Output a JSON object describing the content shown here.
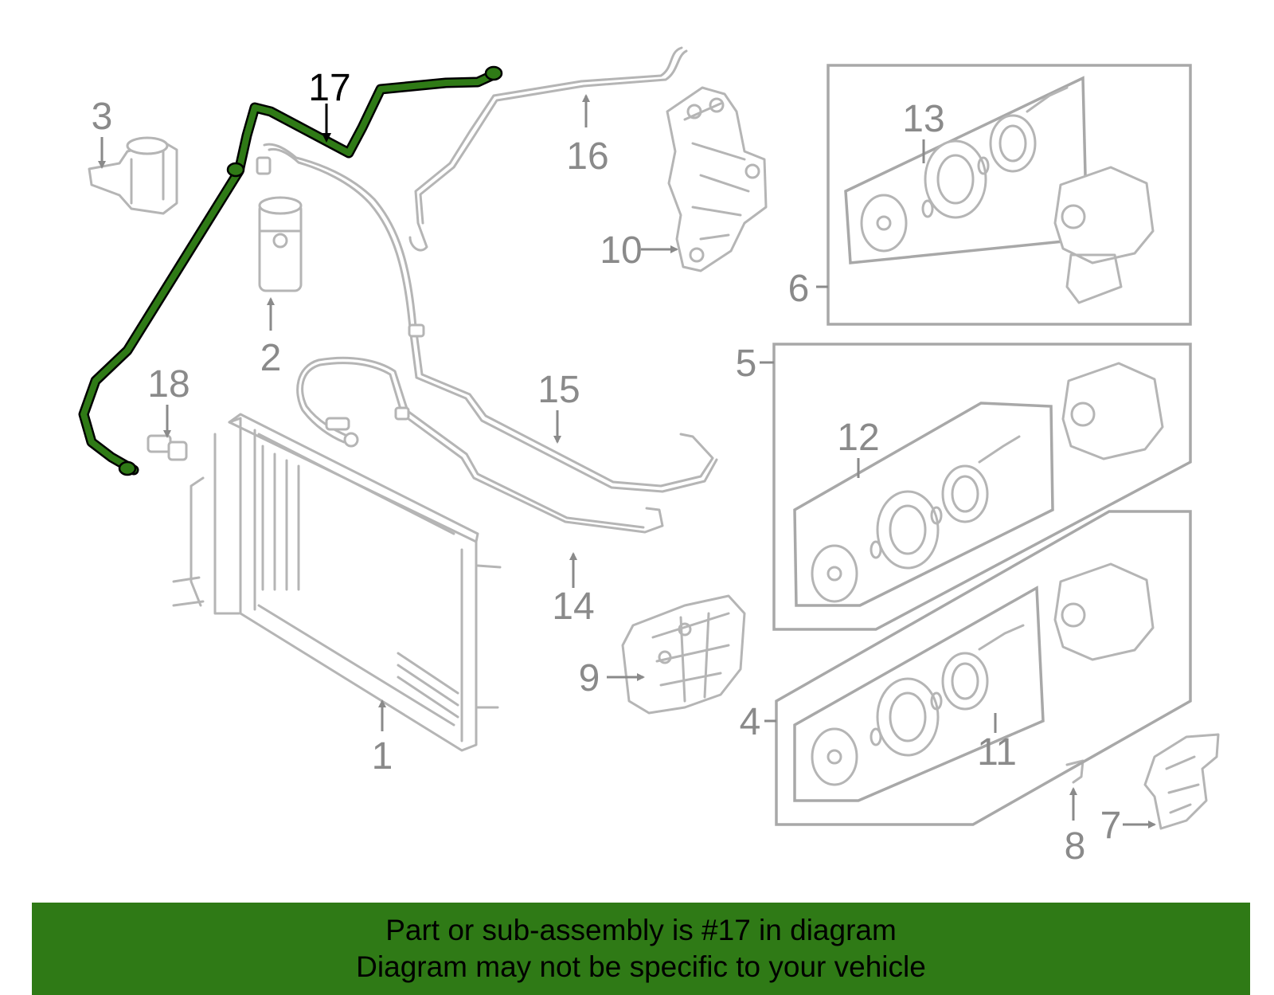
{
  "colors": {
    "highlight": "#2f7a16",
    "banner_background": "#2f7a16",
    "part_outline": "#b5b5b5",
    "label_text": "#8a8a8a",
    "banner_text": "#000000"
  },
  "diagram": {
    "highlighted_part": "17",
    "callouts": {
      "c1": "1",
      "c2": "2",
      "c3": "3",
      "c4": "4",
      "c5": "5",
      "c6": "6",
      "c7": "7",
      "c8": "8",
      "c9": "9",
      "c10": "10",
      "c11": "11",
      "c12": "12",
      "c13": "13",
      "c14": "14",
      "c15": "15",
      "c16": "16",
      "c17": "17",
      "c18": "18"
    }
  },
  "banner": {
    "line1": "Part or sub-assembly is #17 in diagram",
    "line2": "Diagram may not be specific to your vehicle"
  }
}
